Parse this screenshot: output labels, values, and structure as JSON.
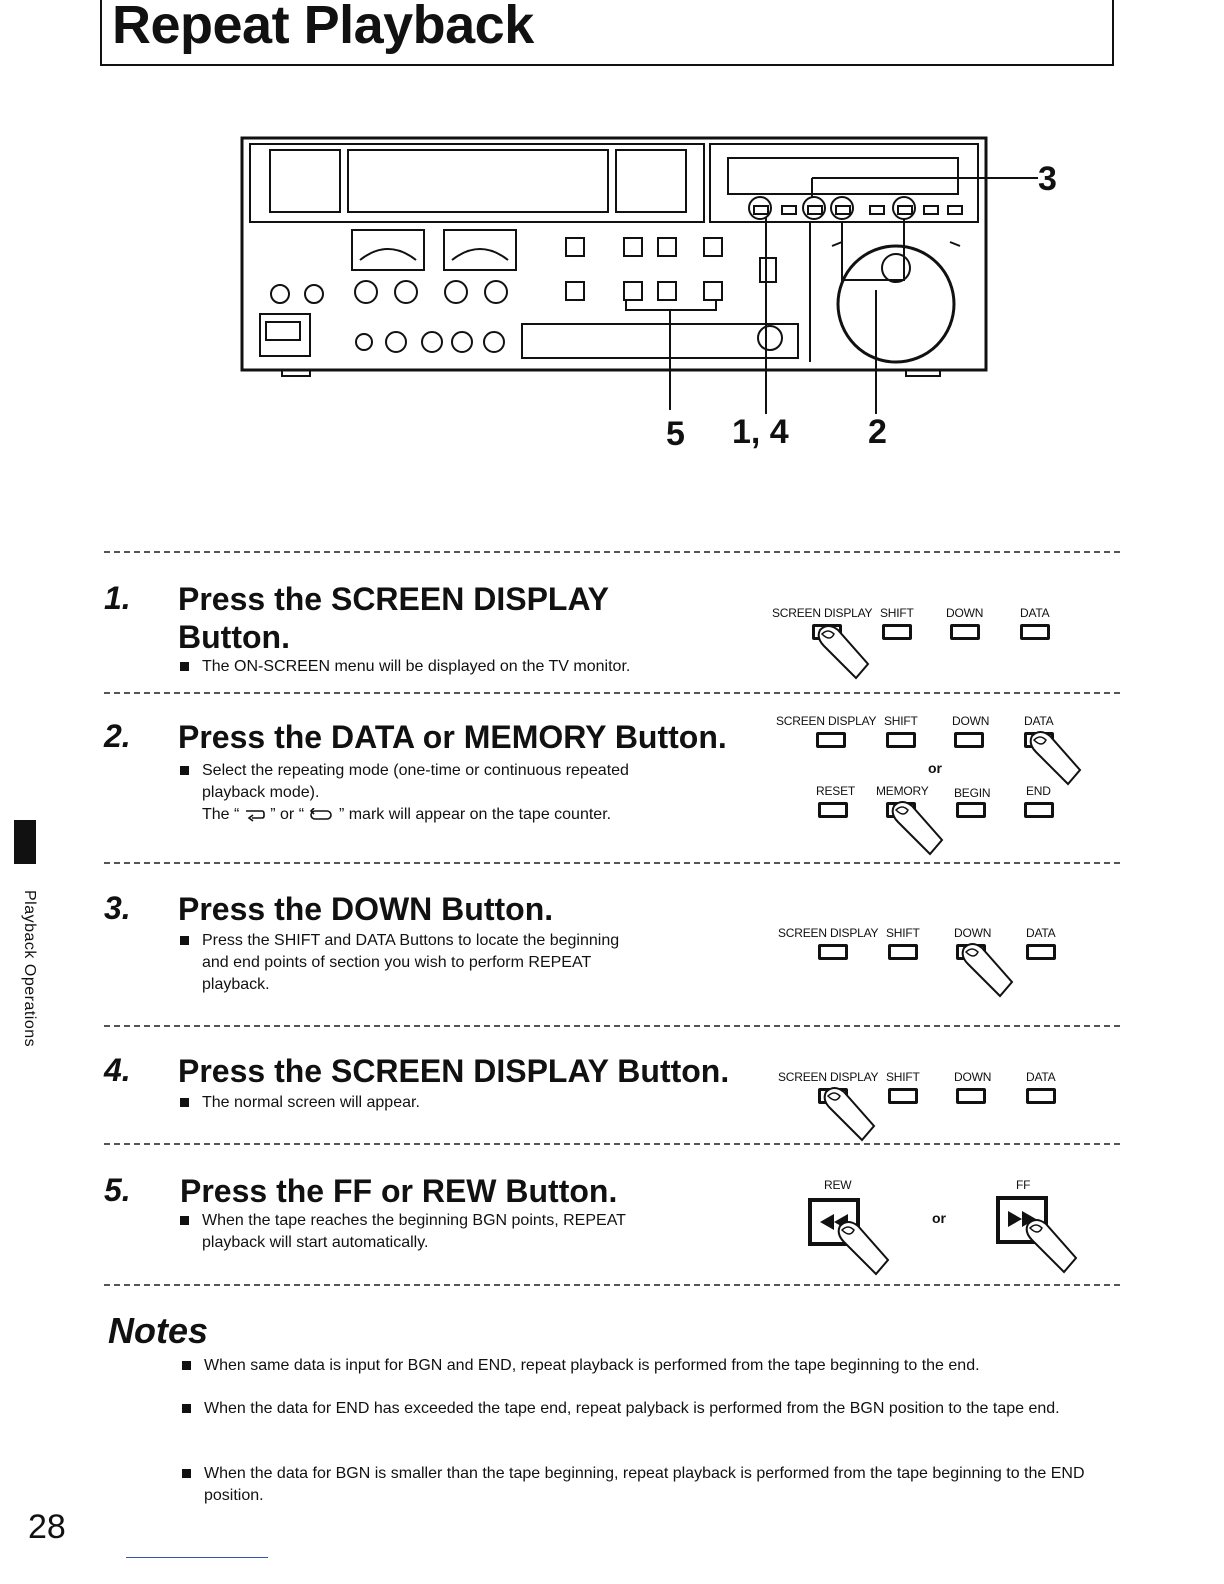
{
  "page": {
    "title": "Repeat Playback",
    "side_label": "Playback Operations",
    "page_number": "28"
  },
  "diagram": {
    "callouts": {
      "c3": "3",
      "c5": "5",
      "c14": "1, 4",
      "c2": "2"
    }
  },
  "steps": [
    {
      "number": "1.",
      "title_line1": "Press the SCREEN DISPLAY",
      "title_line2": "Button.",
      "bullet": "The ON-SCREEN menu will be displayed on the TV monitor.",
      "panel": {
        "labels": [
          "SCREEN DISPLAY",
          "SHIFT",
          "DOWN",
          "DATA"
        ]
      }
    },
    {
      "number": "2.",
      "title": "Press the DATA or MEMORY Button.",
      "bullet_line1": "Select the repeating mode (one-time or continuous repeated",
      "bullet_line2": "playback mode).",
      "bullet_line3_a": "The “",
      "bullet_line3_b": "” or “",
      "bullet_line3_c": "” mark will appear on the tape counter.",
      "panel": {
        "labels": [
          "SCREEN DISPLAY",
          "SHIFT",
          "DOWN",
          "DATA"
        ],
        "or": "or",
        "labels2": [
          "RESET",
          "MEMORY",
          "BEGIN",
          "END"
        ]
      }
    },
    {
      "number": "3.",
      "title": "Press the DOWN Button.",
      "bullet_line1": "Press the SHIFT and DATA Buttons to locate the beginning",
      "bullet_line2": "and end points of section you wish to perform REPEAT",
      "bullet_line3": "playback.",
      "panel": {
        "labels": [
          "SCREEN DISPLAY",
          "SHIFT",
          "DOWN",
          "DATA"
        ]
      }
    },
    {
      "number": "4.",
      "title": "Press the SCREEN DISPLAY Button.",
      "bullet": "The normal screen will appear.",
      "panel": {
        "labels": [
          "SCREEN DISPLAY",
          "SHIFT",
          "DOWN",
          "DATA"
        ]
      }
    },
    {
      "number": "5.",
      "title": "Press the FF or REW Button.",
      "bullet_line1": "When the tape reaches the beginning BGN points, REPEAT",
      "bullet_line2": "playback will start automatically.",
      "panel": {
        "rew": "REW",
        "or": "or",
        "ff": "FF"
      }
    }
  ],
  "notes": {
    "title": "Notes",
    "items": [
      "When same data is input for BGN and END, repeat playback is performed from the tape beginning to the end.",
      "When the data for END has exceeded the tape end, repeat palyback is performed from the BGN position to the tape end.",
      "When the data for BGN is smaller than the tape beginning, repeat playback is performed from the tape beginning to the END position."
    ]
  }
}
